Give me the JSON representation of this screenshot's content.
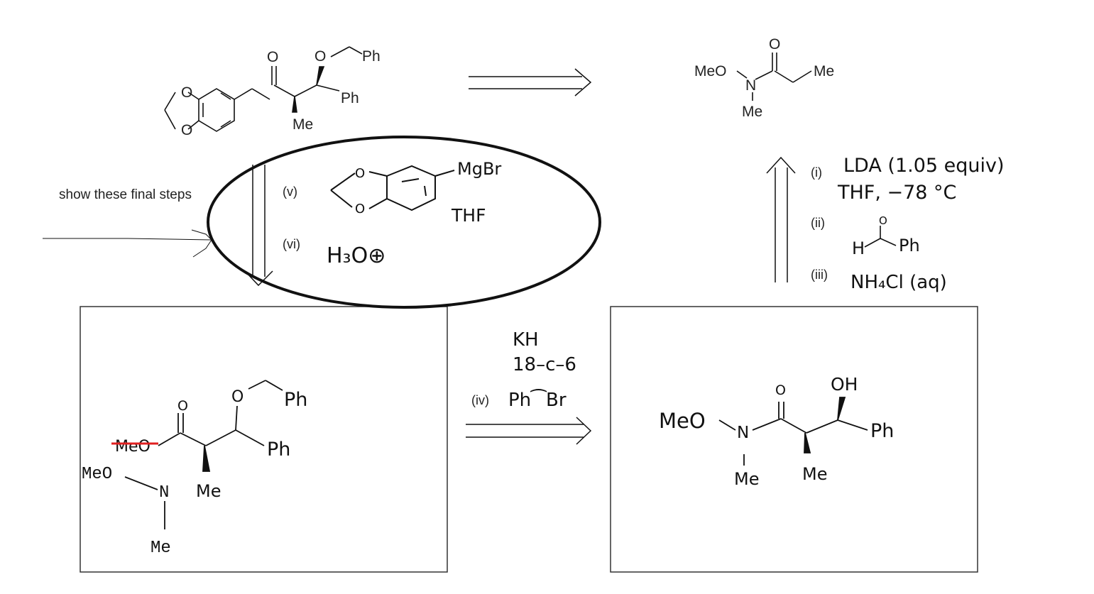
{
  "annotation": {
    "note_text": "show these final steps"
  },
  "target_molecule": {
    "atoms": [
      "O",
      "O",
      "O",
      "Ph",
      "Ph",
      "Me",
      "O"
    ]
  },
  "weinreb_amide_start": {
    "atoms": [
      "MeO",
      "N",
      "Me",
      "O",
      "Me"
    ]
  },
  "steps": {
    "step_i": {
      "label": "(i)",
      "reagent": "LDA (1.05 equiv)",
      "conditions": "THF, −78 °C"
    },
    "step_ii": {
      "label": "(ii)",
      "reagent_h": "H",
      "reagent_ph": "Ph",
      "reagent_o": "O"
    },
    "step_iii": {
      "label": "(iii)",
      "reagent": "NH₄Cl (aq)"
    },
    "step_iv": {
      "label": "(iv)",
      "base": "KH",
      "additive": "18–c–6",
      "reagent": "Ph⁀Br"
    },
    "step_v": {
      "label": "(v)",
      "reagent": "MgBr",
      "solvent": "THF"
    },
    "step_vi": {
      "label": "(vi)",
      "reagent": "H₃O⊕"
    }
  },
  "aldol_product": {
    "atoms": [
      "MeO",
      "N",
      "Me",
      "O",
      "OH",
      "Ph",
      "Me"
    ]
  },
  "benzyl_ether_amide": {
    "struck_text": "MeO",
    "atoms": [
      "O",
      "O",
      "Ph",
      "Ph",
      "Me",
      "MeO",
      "N",
      "Me"
    ]
  },
  "colors": {
    "strike": "#e02020",
    "ink": "#111111",
    "box": "#333333"
  }
}
